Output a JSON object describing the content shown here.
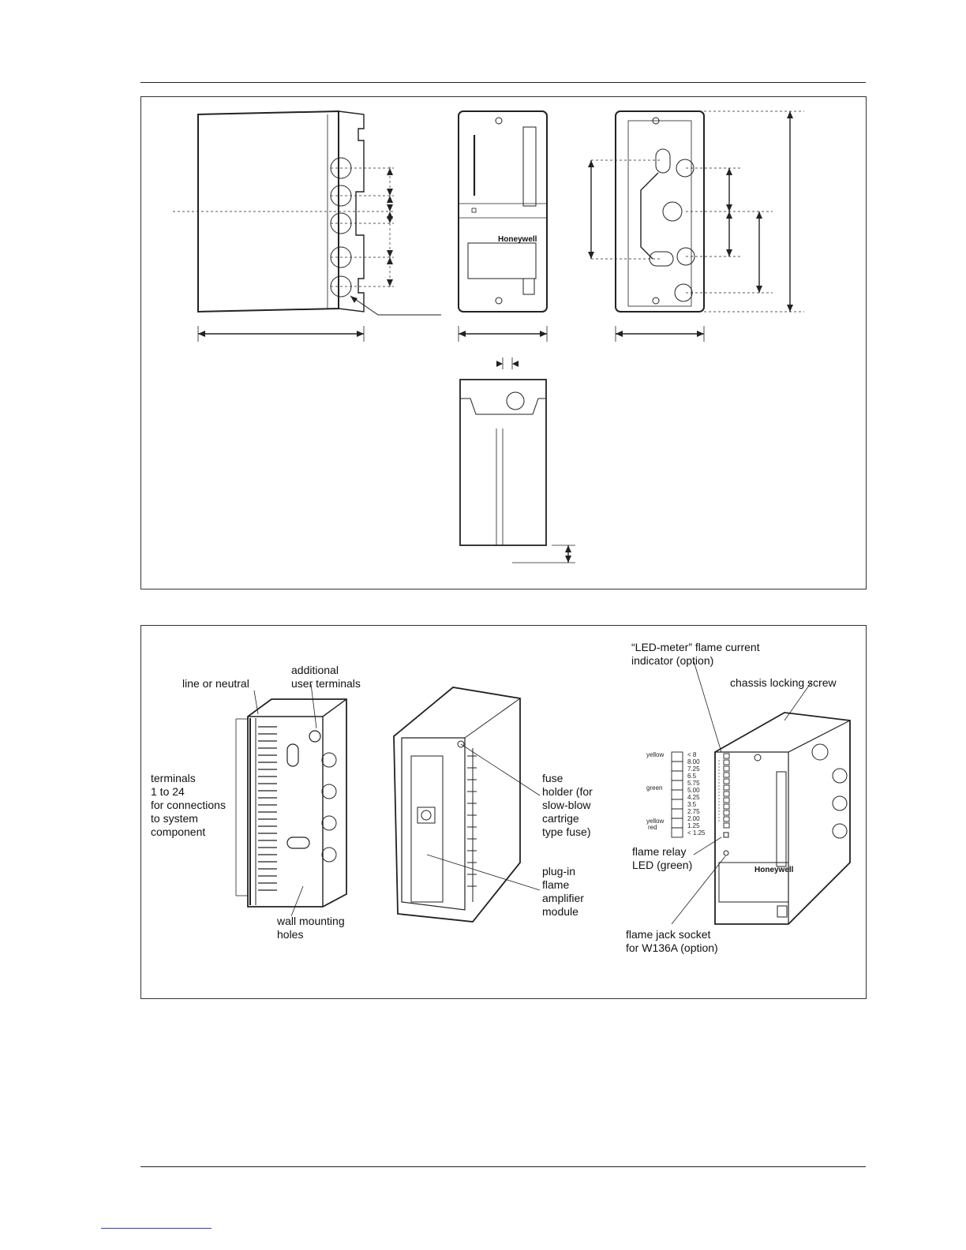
{
  "brand": "Honeywell",
  "figure2": {
    "callouts": {
      "line_or_neutral": "line or neutral",
      "additional_user_terminals": "additional\nuser terminals",
      "terminals": "terminals\n1 to 24\nfor connections\nto system\ncomponent",
      "wall_mounting_holes": "wall mounting\nholes",
      "fuse_holder": "fuse\nholder (for\nslow-blow\ncartrige\ntype fuse)",
      "plug_in_module": "plug-in\nflame\namplifier\nmodule",
      "led_meter": "“LED-meter” flame current\nindicator (option)",
      "chassis_locking_screw": "chassis locking screw",
      "flame_relay_led": "flame relay\nLED (green)",
      "flame_jack_socket": "flame jack socket\nfor W136A (option)"
    },
    "led_meter_scale": {
      "colors": [
        "yellow",
        "green",
        "yellow",
        "red"
      ],
      "values": [
        "< 8",
        "8.00",
        "7.25",
        "6.5",
        "5.75",
        "5.00",
        "4.25",
        "3.5",
        "2.75",
        "2.00",
        "1.25",
        "< 1.25"
      ]
    }
  },
  "colors": {
    "line": "#222222",
    "link": "#2b3fd1"
  }
}
